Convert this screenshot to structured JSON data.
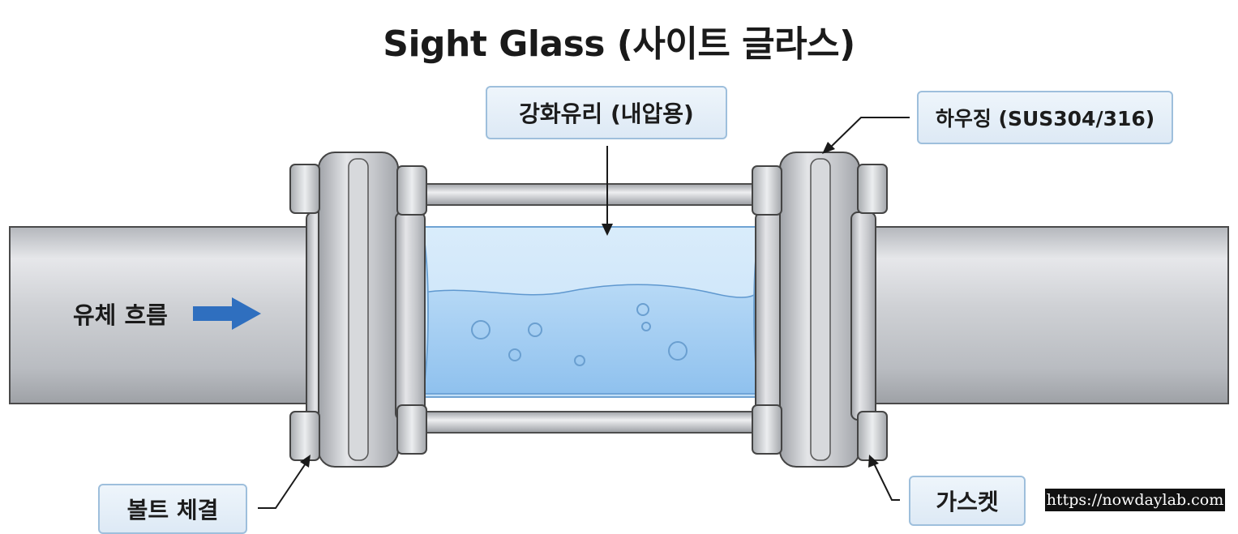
{
  "title": "Sight Glass (사이트 글라스)",
  "labels": {
    "glass": "강화유리 (내압용)",
    "housing": "하우징 (SUS304/316)",
    "flow": "유체 흐름",
    "bolt": "볼트 체결",
    "gasket": "가스켓"
  },
  "watermark": "https://nowdaylab.com",
  "colors": {
    "pipe": "#c9cbcf",
    "water": "#a9cff2",
    "flow_arrow": "#2f6fbf",
    "callout_border": "#9ebfdc"
  },
  "icons": {
    "flow_arrow": "right-arrow-icon"
  }
}
